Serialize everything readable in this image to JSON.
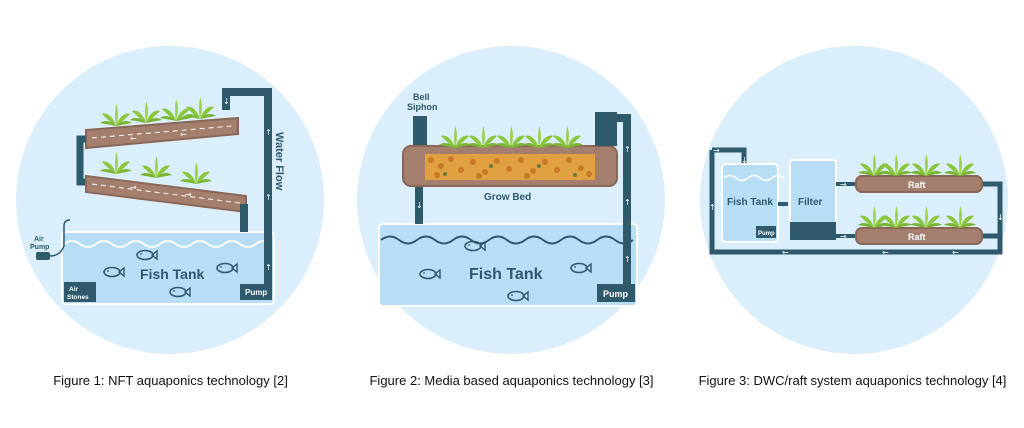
{
  "figure1": {
    "caption": "Figure 1: NFT aquaponics technology [2]",
    "water_flow": "Water Flow",
    "air_pump": [
      "Air",
      "Pump"
    ],
    "fish_tank": "Fish Tank",
    "air_stones": [
      "Air",
      "Stones"
    ],
    "pump": "Pump"
  },
  "figure2": {
    "caption": "Figure 2: Media based aquaponics technology [3]",
    "bell_siphon": [
      "Bell",
      "Siphon"
    ],
    "grow_bed": "Grow Bed",
    "fish_tank": "Fish Tank",
    "pump": "Pump"
  },
  "figure3": {
    "caption": "Figure 3: DWC/raft system aquaponics technology [4]",
    "fish_tank": "Fish Tank",
    "pump": "Pump",
    "filter": "Filter",
    "raft_top": "Raft",
    "raft_bottom": "Raft"
  },
  "colors": {
    "circle": "#dbeefb",
    "pipe": "#2e5a6c",
    "tank_water": "#b8def5",
    "channel": "#a57f6e",
    "plant": "#8cc63f"
  }
}
